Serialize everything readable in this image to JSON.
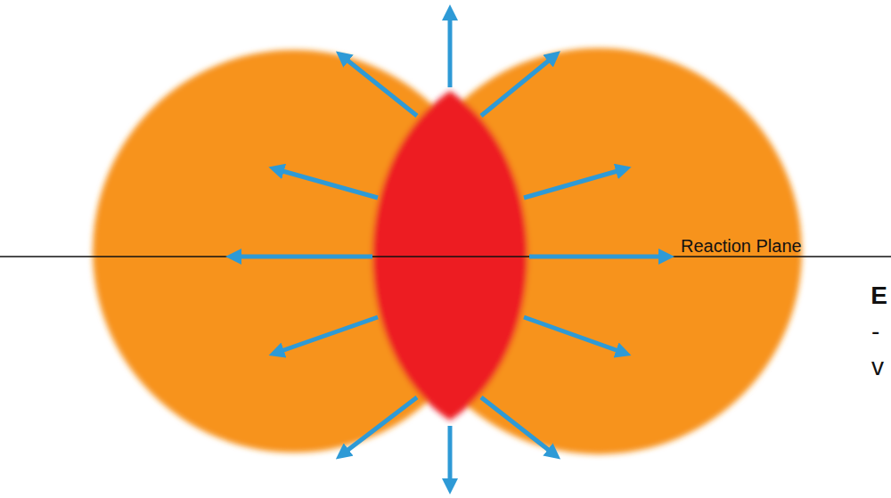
{
  "diagram": {
    "labels": [
      "Reaction Plane",
      "E",
      "-",
      "v"
    ]
  }
}
